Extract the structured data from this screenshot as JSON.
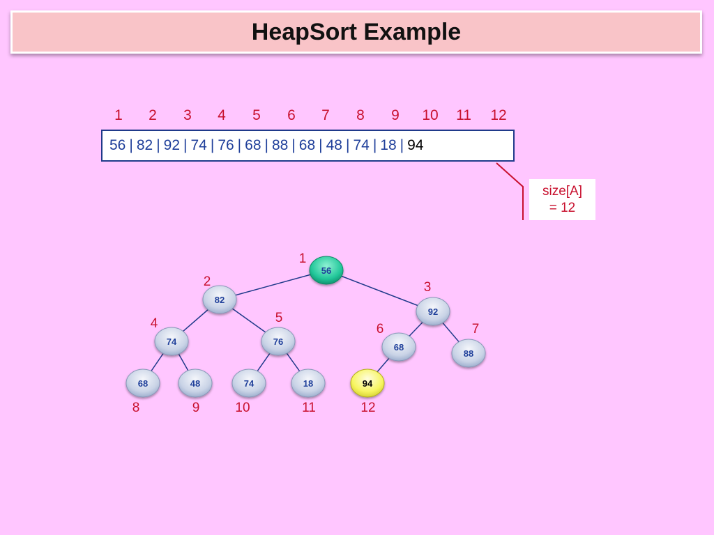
{
  "title": "HeapSort Example",
  "array": {
    "indices": [
      "1",
      "2",
      "3",
      "4",
      "5",
      "6",
      "7",
      "8",
      "9",
      "10",
      "11",
      "12"
    ],
    "values": [
      "56",
      "82",
      "92",
      "74",
      "76",
      "68",
      "88",
      "68",
      "48",
      "74",
      "18",
      "94"
    ],
    "separator": "|"
  },
  "size_label": {
    "line1": "size[A]",
    "line2": "= 12"
  },
  "tree": {
    "nodes": [
      {
        "index": "1",
        "value": "56",
        "state": "root"
      },
      {
        "index": "2",
        "value": "82",
        "state": "normal"
      },
      {
        "index": "3",
        "value": "92",
        "state": "normal"
      },
      {
        "index": "4",
        "value": "74",
        "state": "normal"
      },
      {
        "index": "5",
        "value": "76",
        "state": "normal"
      },
      {
        "index": "6",
        "value": "68",
        "state": "normal"
      },
      {
        "index": "7",
        "value": "88",
        "state": "normal"
      },
      {
        "index": "8",
        "value": "68",
        "state": "normal"
      },
      {
        "index": "9",
        "value": "48",
        "state": "normal"
      },
      {
        "index": "10",
        "value": "74",
        "state": "normal"
      },
      {
        "index": "11",
        "value": "18",
        "state": "normal"
      },
      {
        "index": "12",
        "value": "94",
        "state": "highlight"
      }
    ]
  },
  "colors": {
    "background": "#ffc6ff",
    "title_bar": "#f9c4c8",
    "index_red": "#c8102e",
    "array_blue": "#1f3f9a",
    "node_normal": "#c9d3e6",
    "node_root": "#22c79a",
    "node_highlight": "#f7f560",
    "edge": "#1f3a8a"
  }
}
